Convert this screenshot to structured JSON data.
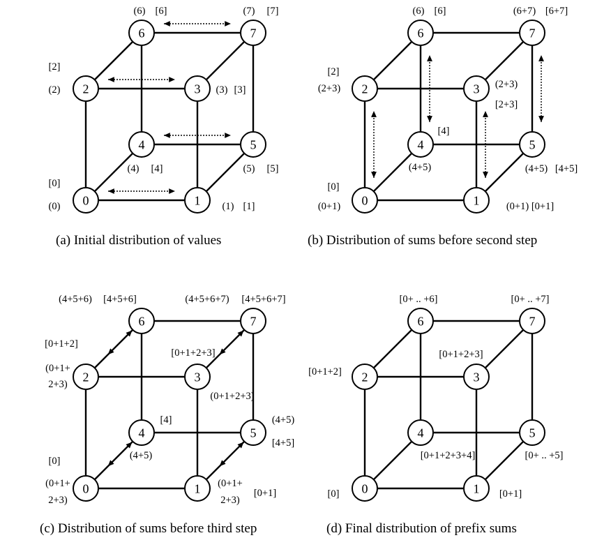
{
  "panels": [
    {
      "id": "a",
      "caption": "(a)  Initial distribution of values",
      "node_labels": [
        "0",
        "1",
        "2",
        "3",
        "4",
        "5",
        "6",
        "7"
      ],
      "annotations": [
        "(6)",
        "[6]",
        "(7)",
        "[7]",
        "[2]",
        "(2)",
        "(3)",
        "[3]",
        "(4)",
        "[4]",
        "(5)",
        "[5]",
        "[0]",
        "(0)",
        "(1)",
        "[1]"
      ],
      "exchanges": [
        [
          6,
          7
        ],
        [
          2,
          3
        ],
        [
          4,
          5
        ],
        [
          0,
          1
        ]
      ]
    },
    {
      "id": "b",
      "caption": "(b)  Distribution of sums before second step",
      "node_labels": [
        "0",
        "1",
        "2",
        "3",
        "4",
        "5",
        "6",
        "7"
      ],
      "annotations": [
        "(6)",
        "[6]",
        "(6+7)",
        "[6+7]",
        "[2]",
        "(2+3)",
        "(2+3)",
        "[2+3]",
        "[4]",
        "(4+5)",
        "(4+5)",
        "[4+5]",
        "[0]",
        "(0+1)",
        "(0+1)",
        "[0+1]"
      ],
      "exchanges": [
        [
          0,
          2
        ],
        [
          1,
          3
        ],
        [
          4,
          6
        ],
        [
          5,
          7
        ]
      ]
    },
    {
      "id": "c",
      "caption": "(c)  Distribution of sums before third step",
      "node_labels": [
        "0",
        "1",
        "2",
        "3",
        "4",
        "5",
        "6",
        "7"
      ],
      "annotations": [
        "(4+5+6)",
        "[4+5+6]",
        "(4+5+6+7)",
        "[4+5+6+7]",
        "[0+1+2]",
        "(0+1+",
        "2+3)",
        "[0+1+2+3]",
        "(0+1+2+3)",
        "[4]",
        "(4+5)",
        "(4+5)",
        "[4+5]",
        "[0]",
        "(0+1+",
        "2+3)",
        "(0+1+",
        "2+3)",
        "[0+1]"
      ],
      "exchanges": [
        [
          2,
          6
        ],
        [
          3,
          7
        ],
        [
          0,
          4
        ],
        [
          1,
          5
        ]
      ]
    },
    {
      "id": "d",
      "caption": "(d)  Final distribution of prefix sums",
      "node_labels": [
        "0",
        "1",
        "2",
        "3",
        "4",
        "5",
        "6",
        "7"
      ],
      "annotations": [
        "[0+ .. +6]",
        "[0+ .. +7]",
        "[0+1+2]",
        "[0+1+2+3]",
        "[0+1+2+3+4]",
        "[0+ .. +5]",
        "[0]",
        "[0+1]"
      ],
      "exchanges": []
    }
  ]
}
